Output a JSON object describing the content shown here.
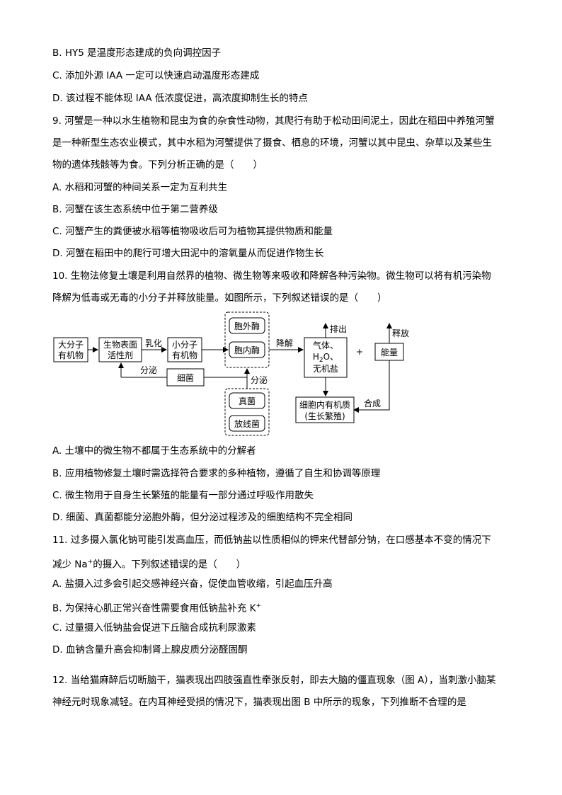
{
  "q8_options": {
    "b": "B. HY5 是温度形态建成的负向调控因子",
    "c": "C. 添加外源 IAA 一定可以快速启动温度形态建成",
    "d": "D. 该过程不能体现 IAA 低浓度促进，高浓度抑制生长的特点"
  },
  "q9": {
    "stem_line1": "9. 河蟹是一种以水生植物和昆虫为食的杂食性动物，其爬行有助于松动田间泥土，因此在稻田中养殖河蟹",
    "stem_line2": "是一种新型生态农业模式，其中水稻为河蟹提供了摄食、栖息的环境，河蟹以其中昆虫、杂草以及某些生",
    "stem_line3": "物的遗体残骸等为食。下列分析正确的是（　　）",
    "a": "A. 水稻和河蟹的种间关系一定为互利共生",
    "b": "B. 河蟹在该生态系统中位于第二营养级",
    "c": "C. 河蟹产生的粪便被水稻等植物吸收后可为植物其提供物质和能量",
    "d": "D. 河蟹在稻田中的爬行可增大田泥中的溶氧量从而促进作物生长"
  },
  "q10": {
    "stem_line1": "10. 生物法修复土壤是利用自然界的植物、微生物等来吸收和降解各种污染物。微生物可以将有机污染物",
    "stem_line2": "降解为低毒或无毒的小分子并释放能量。如图所示，下列叙述错误的是（　　）",
    "a": "A. 土壤中的微生物不都属于生态系统中的分解者",
    "b": "B. 应用植物修复土壤时需选择符合要求的多种植物，遵循了自生和协调等原理",
    "c": "C. 微生物用于自身生长繁殖的能量有一部分通过呼吸作用散失",
    "d": "D. 细菌、真菌都能分泌胞外酶，但分泌过程涉及的细胞结构不完全相同"
  },
  "diagram": {
    "macro1": "大分子",
    "macro2": "有机物",
    "surf1": "生物表面",
    "surf2": "活性剂",
    "emulsify": "乳化",
    "small1": "小分子",
    "small2": "有机物",
    "extra_enzyme": "胞外酶",
    "intra_enzyme": "胞内酶",
    "degrade": "降解",
    "gas1": "气体、",
    "gas2_h": "H",
    "gas2_sub": "2",
    "gas2_o": "O、",
    "gas3": "无机盐",
    "excrete": "排出",
    "plus": "+",
    "energy": "能量",
    "release": "释放",
    "synth": "合成",
    "cell1": "细胞内有机质",
    "cell2": "(生长繁殖)",
    "secrete_left": "分泌",
    "bacteria": "细菌",
    "secrete_right": "分泌",
    "fungi": "真菌",
    "actino": "放线菌"
  },
  "q11": {
    "stem_line1": "11. 过多摄入氯化钠可能引发高血压，而低钠盐以性质相似的钾来代替部分钠，在口感基本不变的情况下",
    "stem_line2_pre": "减少 Na",
    "stem_line2_sup": "+",
    "stem_line2_post": "的摄入。下列叙述错误的是（　　）",
    "a": "A. 盐摄入过多会引起交感神经兴奋，促使血管收缩，引起血压升高",
    "b_pre": "B. 为保持心肌正常兴奋性需要食用低钠盐补充 K",
    "b_sup": "+",
    "c": "C. 过量摄入低钠盐会促进下丘脑合成抗利尿激素",
    "d": "D. 血钠含量升高会抑制肾上腺皮质分泌醛固酮"
  },
  "q12": {
    "stem_line1": "12. 当给猫麻醉后切断脑干，猫表现出四肢强直性牵张反射，即去大脑的僵直现象（图 A），当刺激小脑某",
    "stem_line2": "神经元时现象减轻。在内耳神经受损的情况下，猫表现出图 B 中所示的现象，下列推断不合理的是"
  }
}
